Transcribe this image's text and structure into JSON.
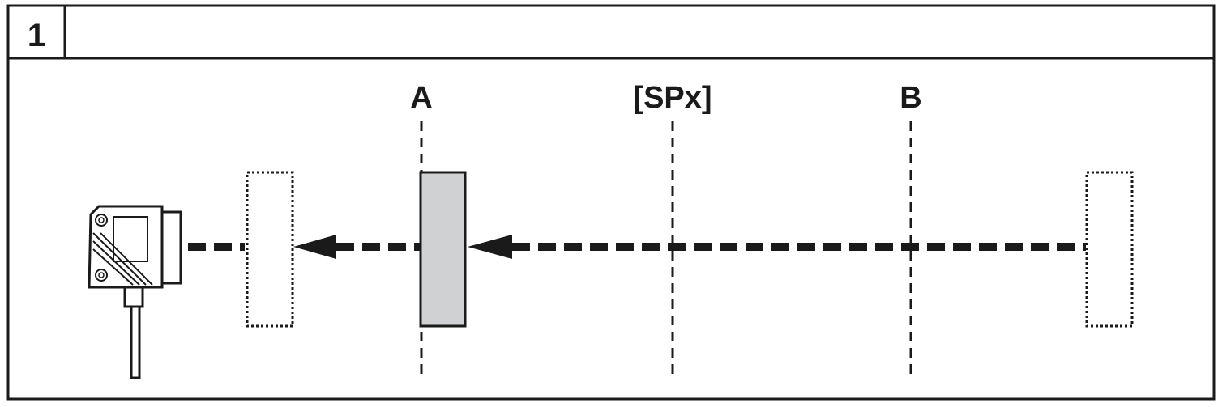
{
  "header": {
    "step_number": "1"
  },
  "labels": {
    "a": "A",
    "spx": "[SPx]",
    "b": "B"
  },
  "colors": {
    "line": "#1a1a1a",
    "target_fill": "#d0d1d3",
    "background": "#ffffff"
  }
}
